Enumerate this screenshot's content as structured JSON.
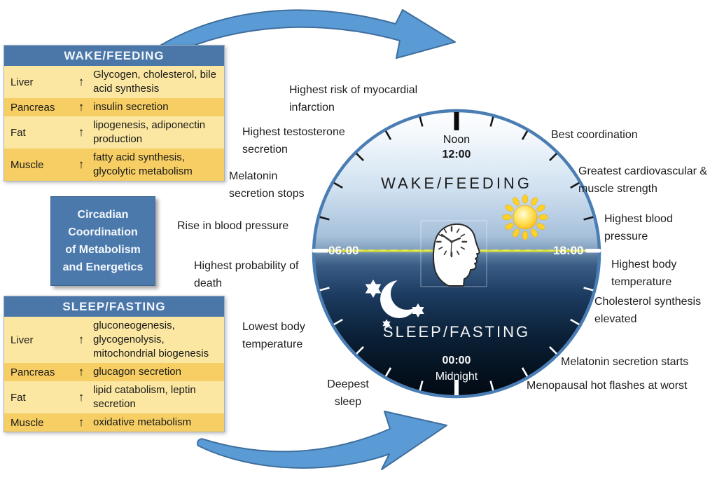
{
  "glyphs": {
    "up_arrow": "↑"
  },
  "wake_table": {
    "title": "WAKE/FEEDING",
    "rows": [
      {
        "organ": "Liver",
        "desc": "Glycogen, cholesterol, bile acid synthesis"
      },
      {
        "organ": "Pancreas",
        "desc": "insulin secretion"
      },
      {
        "organ": "Fat",
        "desc": "lipogenesis, adiponectin production"
      },
      {
        "organ": "Muscle",
        "desc": "fatty acid synthesis, glycolytic metabolism"
      }
    ]
  },
  "center_box": {
    "lines": [
      "Circadian",
      "Coordination",
      "of Metabolism",
      "and Energetics"
    ]
  },
  "sleep_table": {
    "title": "SLEEP/FASTING",
    "rows": [
      {
        "organ": "Liver",
        "desc": "gluconeogenesis, glycogenolysis, mitochondrial biogenesis"
      },
      {
        "organ": "Pancreas",
        "desc": "glucagon secretion"
      },
      {
        "organ": "Fat",
        "desc": "lipid catabolism, leptin secretion"
      },
      {
        "organ": "Muscle",
        "desc": "oxidative metabolism"
      }
    ]
  },
  "clock": {
    "noon_word": "Noon",
    "noon_time": "12:00",
    "upper_label": "WAKE/FEEDING",
    "left_time": "06:00",
    "right_time": "18:00",
    "lower_label": "SLEEP/FASTING",
    "midnight_time": "00:00",
    "midnight_word": "Midnight"
  },
  "annotations": {
    "myocardial": "Highest risk of myocardial infarction",
    "testosterone": "Highest testosterone secretion",
    "melatonin_stops": "Melatonin secretion stops",
    "rise_bp": "Rise in blood pressure",
    "prob_death": "Highest probability of death",
    "lowest_temp": "Lowest body temperature",
    "deepest_sleep": "Deepest sleep",
    "best_coord": "Best coordination",
    "cardio": "Greatest cardiovascular & muscle strength",
    "highest_bp": "Highest blood pressure",
    "highest_temp": "Highest body temperature",
    "cholesterol": "Cholesterol synthesis elevated",
    "melatonin_starts": "Melatonin secretion starts",
    "menopausal": "Menopausal hot flashes at worst"
  },
  "icons": {
    "sun": "sun-icon",
    "moon": "moon-icon",
    "stars": "star-icon",
    "head": "head-profile-clock-icon",
    "arrows": "curved-arrow-icon"
  },
  "colors": {
    "header_blue": "#4a76a8",
    "box_blue": "#4c79ac",
    "row_light": "#fbe7a1",
    "row_dark": "#f6ce63",
    "arrow_fill": "#5b9bd5",
    "rim_blue": "#4a7db3",
    "horizon_yellow": "#d9dd2e",
    "sun_gold": "#ffc916",
    "night_dark": "#050b12"
  }
}
